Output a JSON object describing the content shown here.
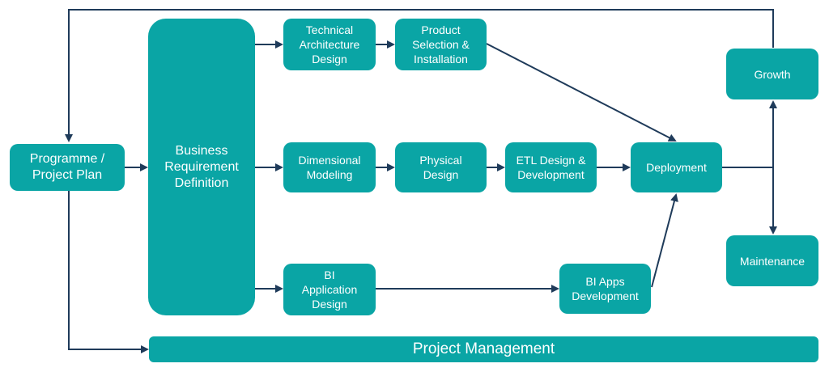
{
  "colors": {
    "box": "#0aa5a5",
    "text": "#ffffff",
    "connector": "#1f3b5a"
  },
  "nodes": {
    "programme_plan": "Programme /\nProject Plan",
    "business_requirement": "Business\nRequirement\nDefinition",
    "technical_architecture": "Technical\nArchitecture\nDesign",
    "product_selection": "Product\nSelection &\nInstallation",
    "dimensional_modeling": "Dimensional\nModeling",
    "physical_design": "Physical\nDesign",
    "etl_design": "ETL Design &\nDevelopment",
    "deployment": "Deployment",
    "bi_application_design": "BI\nApplication\nDesign",
    "bi_apps_development": "BI Apps\nDevelopment",
    "growth": "Growth",
    "maintenance": "Maintenance",
    "project_management": "Project Management"
  }
}
